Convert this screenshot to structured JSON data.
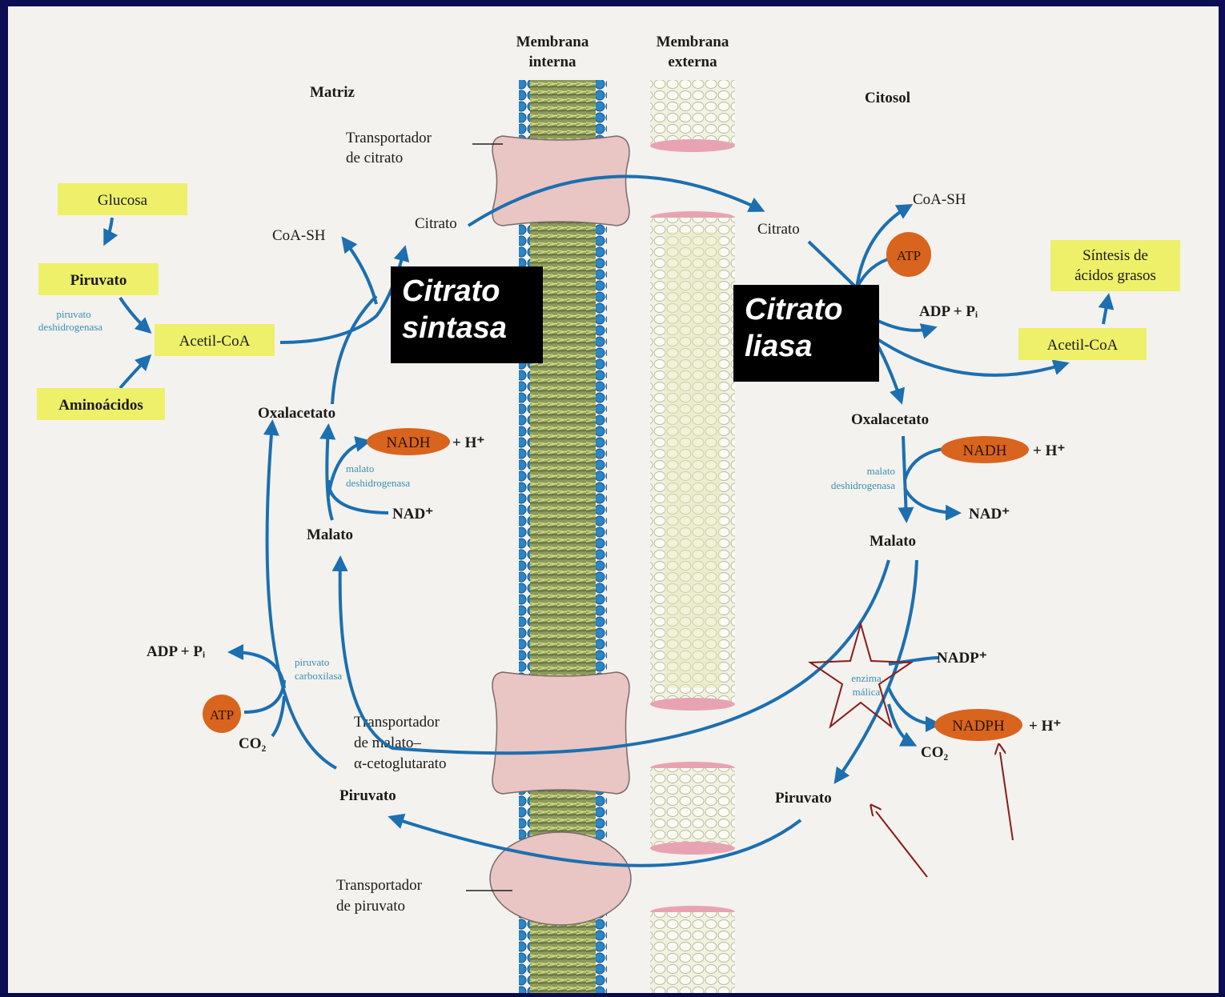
{
  "headers": {
    "inner_membrane": [
      "Membrana",
      "interna"
    ],
    "outer_membrane": [
      "Membrana",
      "externa"
    ],
    "matrix": "Matriz",
    "cytosol": "Citosol"
  },
  "transporters": {
    "citrate": [
      "Transportador",
      "de citrato"
    ],
    "malate_akg": [
      "Transportador",
      "de malato–",
      "α-cetoglutarato"
    ],
    "pyruvate": [
      "Transportador",
      "de piruvato"
    ]
  },
  "left": {
    "glucosa": "Glucosa",
    "piruvato_top": "Piruvato",
    "pdh": [
      "piruvato",
      "deshidrogenasa"
    ],
    "acetil_coa": "Acetil-CoA",
    "aminoacidos": "Aminoácidos",
    "coa_sh": "CoA-SH",
    "citrato": "Citrato",
    "oxalacetato": "Oxalacetato",
    "nadh": "NADH",
    "h_plus": "+ H⁺",
    "mdh": [
      "malato",
      "deshidrogenasa"
    ],
    "nad": "NAD⁺",
    "malato": "Malato",
    "adp_pi": "ADP + Pᵢ",
    "pc": [
      "piruvato",
      "carboxilasa"
    ],
    "atp": "ATP",
    "co2": "CO₂",
    "piruvato": "Piruvato"
  },
  "right": {
    "citrato": "Citrato",
    "coa_sh": "CoA-SH",
    "atp": "ATP",
    "adp_pi": "ADP + Pᵢ",
    "sintesis": [
      "Síntesis de",
      "ácidos grasos"
    ],
    "acetil_coa": "Acetil-CoA",
    "oxalacetato": "Oxalacetato",
    "nadh": "NADH",
    "h_plus": "+ H⁺",
    "mdh": [
      "malato",
      "deshidrogenasa"
    ],
    "nad": "NAD⁺",
    "malato": "Malato",
    "nadp": "NADP⁺",
    "enzima": [
      "enzima",
      "málica"
    ],
    "nadph": "NADPH",
    "h_plus2": "+ H⁺",
    "co2": "CO₂",
    "piruvato": "Piruvato"
  },
  "overlays": {
    "citrato_sintasa": [
      "Citrato",
      "sintasa"
    ],
    "citrato_liasa": [
      "Citrato",
      "liasa"
    ]
  },
  "colors": {
    "arrow": "#1c6fb0",
    "highlight": "#eef06a",
    "cofactor": "#d9641e",
    "transporter": "#e9c5c3",
    "annotation": "#8b1a1a"
  }
}
